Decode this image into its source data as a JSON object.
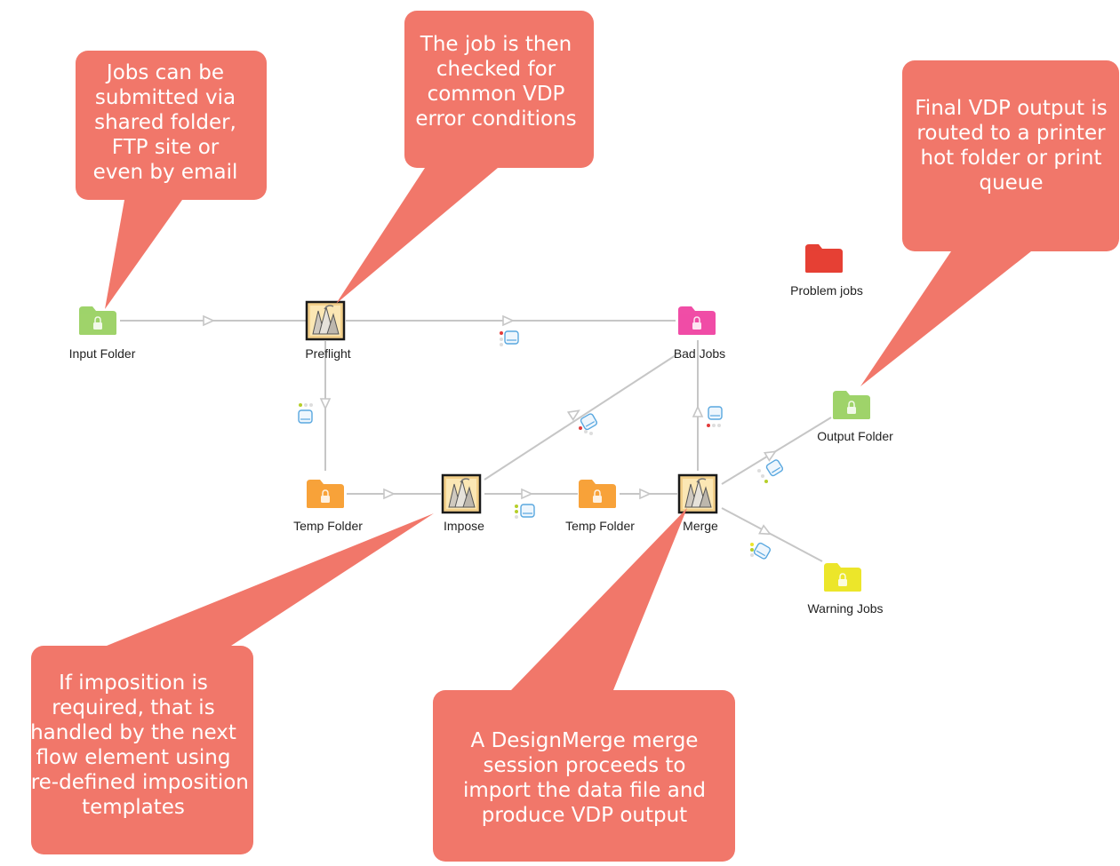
{
  "colors": {
    "callout": "#f1776a",
    "connector": "#c6c6c6",
    "folder_green": "#9ed36a",
    "folder_orange": "#f7a23a",
    "folder_pink": "#f04da6",
    "folder_yellow": "#ece52a",
    "folder_red": "#e54034",
    "flow_icon_blue": "#58a7df"
  },
  "callouts": [
    {
      "id": "submit",
      "text": "Jobs can be submitted via shared folder, FTP site or even by email"
    },
    {
      "id": "preflight",
      "text": "The job is then checked for common VDP error conditions"
    },
    {
      "id": "output",
      "text": "Final VDP output is routed to a printer hot folder or print queue"
    },
    {
      "id": "impose",
      "text": "If imposition is required, that is handled by the next flow element using pre-defined imposition templates"
    },
    {
      "id": "merge",
      "text": "A DesignMerge merge session proceeds to import the data file and produce VDP output"
    }
  ],
  "nodes": [
    {
      "id": "input",
      "type": "folder",
      "color": "green",
      "icon": "folder-lock-icon",
      "label": "Input Folder"
    },
    {
      "id": "preflight",
      "type": "app",
      "icon": "app-icon",
      "label": "Preflight"
    },
    {
      "id": "bad",
      "type": "folder",
      "color": "pink",
      "icon": "folder-lock-icon",
      "label": "Bad Jobs"
    },
    {
      "id": "problem",
      "type": "folder",
      "color": "red",
      "icon": "folder-icon",
      "label": "Problem jobs"
    },
    {
      "id": "output",
      "type": "folder",
      "color": "green",
      "icon": "folder-lock-icon",
      "label": "Output Folder"
    },
    {
      "id": "temp1",
      "type": "folder",
      "color": "orange",
      "icon": "folder-lock-icon",
      "label": "Temp Folder"
    },
    {
      "id": "impose",
      "type": "app",
      "icon": "app-icon",
      "label": "Impose"
    },
    {
      "id": "temp2",
      "type": "folder",
      "color": "orange",
      "icon": "folder-lock-icon",
      "label": "Temp Folder"
    },
    {
      "id": "merge",
      "type": "app",
      "icon": "app-icon",
      "label": "Merge"
    },
    {
      "id": "warning",
      "type": "folder",
      "color": "yellow",
      "icon": "folder-lock-icon",
      "label": "Warning Jobs"
    }
  ],
  "connections": [
    {
      "from": "input",
      "to": "preflight"
    },
    {
      "from": "preflight",
      "to": "bad",
      "status": "error"
    },
    {
      "from": "preflight",
      "to": "temp1",
      "status": "success"
    },
    {
      "from": "temp1",
      "to": "impose"
    },
    {
      "from": "impose",
      "to": "temp2",
      "status": "success"
    },
    {
      "from": "impose",
      "to": "bad",
      "status": "error"
    },
    {
      "from": "temp2",
      "to": "merge"
    },
    {
      "from": "merge",
      "to": "bad",
      "status": "error"
    },
    {
      "from": "merge",
      "to": "output",
      "status": "success"
    },
    {
      "from": "merge",
      "to": "warning",
      "status": "warning"
    }
  ]
}
